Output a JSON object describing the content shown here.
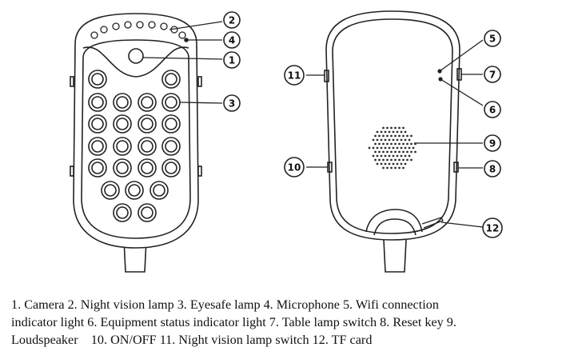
{
  "callouts": {
    "c1": "1",
    "c2": "2",
    "c3": "3",
    "c4": "4",
    "c5": "5",
    "c6": "6",
    "c7": "7",
    "c8": "8",
    "c9": "9",
    "c10": "10",
    "c11": "11",
    "c12": "12"
  },
  "caption": {
    "line1": "1. Camera 2. Night vision lamp 3. Eyesafe lamp 4. Microphone 5. Wifi connection",
    "line2": "indicator light 6. Equipment status indicator light 7. Table lamp switch 8. Reset key 9.",
    "line3": "Loudspeaker    10. ON/OFF 11. Night vision lamp switch 12. TF card"
  }
}
